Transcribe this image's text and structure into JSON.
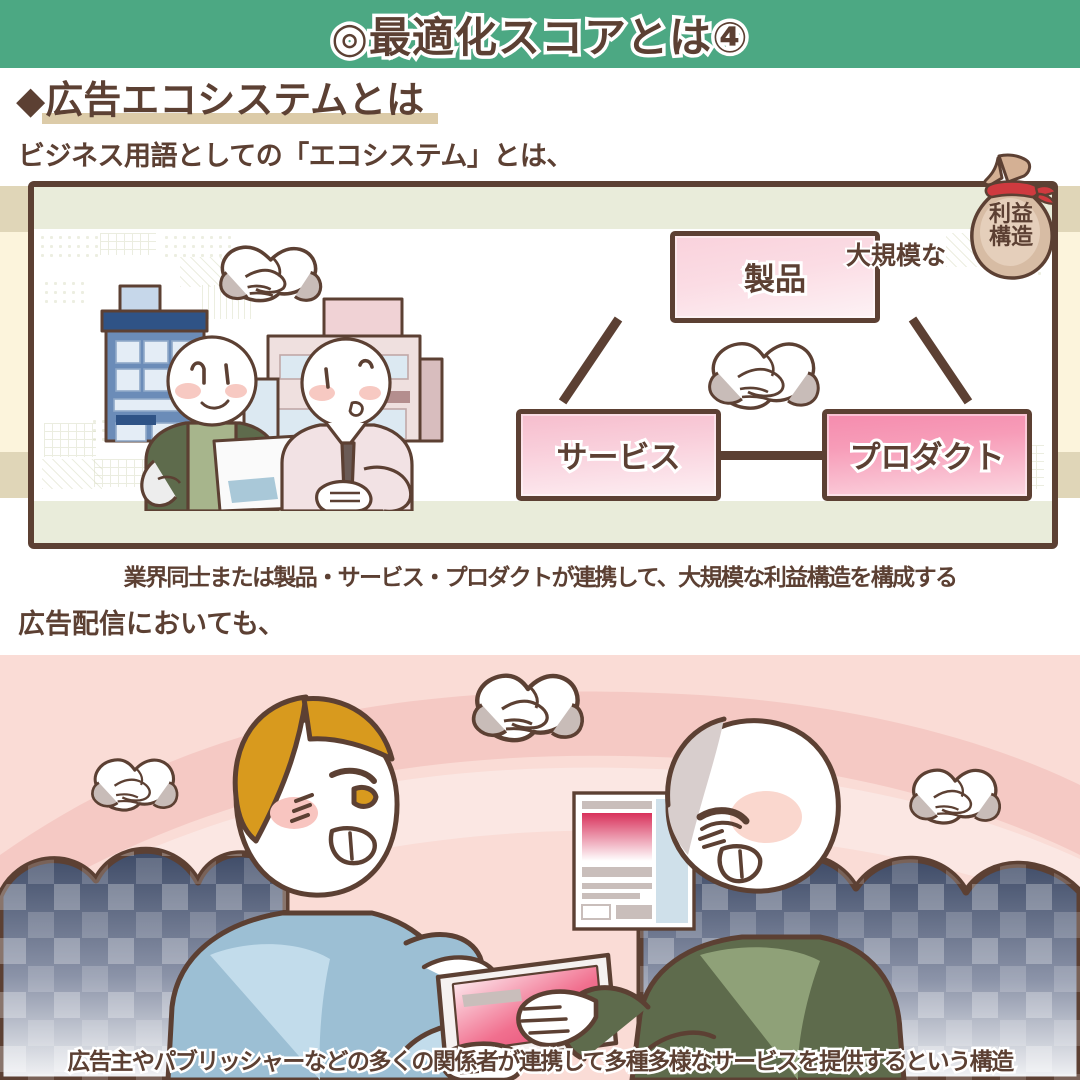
{
  "header": {
    "title": "◎最適化スコアとは④",
    "bg_color": "#4CA883",
    "text_color": "#5C4033"
  },
  "section1": {
    "heading": "◆広告エコシステムとは",
    "heading_highlight_color": "#DCCBA8",
    "lead": "ビジネス用語としての「エコシステム」とは、",
    "bag_label": "大規模な",
    "bag_text_line1": "利益",
    "bag_text_line2": "構造",
    "caption": "業界同士または製品・サービス・プロダクトが連携して、大規模な利益構造を構成する",
    "lead2": "広告配信においても、",
    "diagram": {
      "node_top": "製品",
      "node_left": "サービス",
      "node_right": "プロダクト",
      "center_icon": "handshake-icon",
      "top_icon": "handshake-icon",
      "node_top_color": "#FBDCE4",
      "node_left_color": "#F9CFDB",
      "node_right_color": "#F79CB8",
      "border_color": "#5C4033"
    }
  },
  "section2": {
    "caption": "広告主やパブリッシャーなどの多くの関係者が連携して多種多様なサービスを提供するという構造",
    "bg_color": "#FADCD6",
    "accent_color": "#3D4A66"
  }
}
